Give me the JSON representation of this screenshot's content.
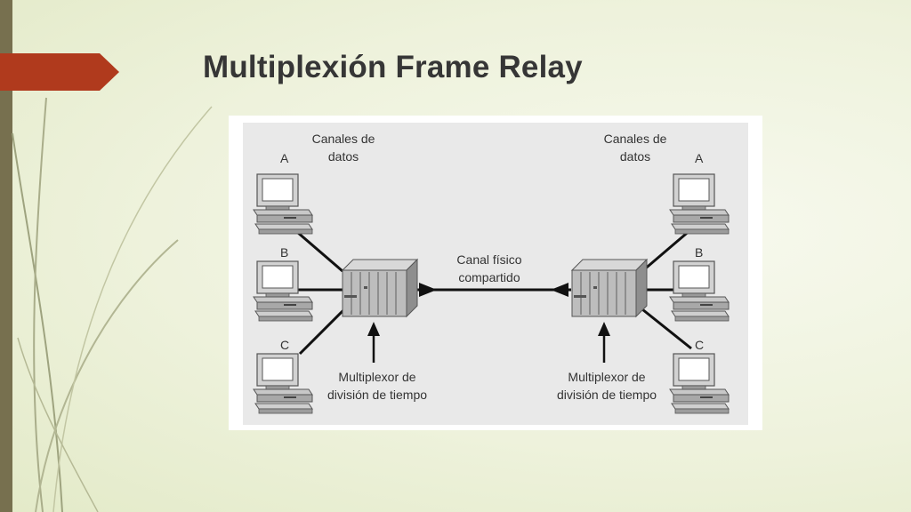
{
  "slide": {
    "title": "Multiplexión Frame Relay",
    "colors": {
      "accent_tab": "#b03a1d",
      "left_bar": "#77704f",
      "decor_lines": "#a4a985"
    }
  },
  "diagram": {
    "left": {
      "heading_line1": "Canales de",
      "heading_line2": "datos",
      "computers": [
        "A",
        "B",
        "C"
      ],
      "mux_label_line1": "Multiplexor de",
      "mux_label_line2": "división de tiempo"
    },
    "right": {
      "heading_line1": "Canales de",
      "heading_line2": "datos",
      "computers": [
        "A",
        "B",
        "C"
      ],
      "mux_label_line1": "Multiplexor de",
      "mux_label_line2": "división de tiempo"
    },
    "channel_label_line1": "Canal físico",
    "channel_label_line2": "compartido"
  }
}
